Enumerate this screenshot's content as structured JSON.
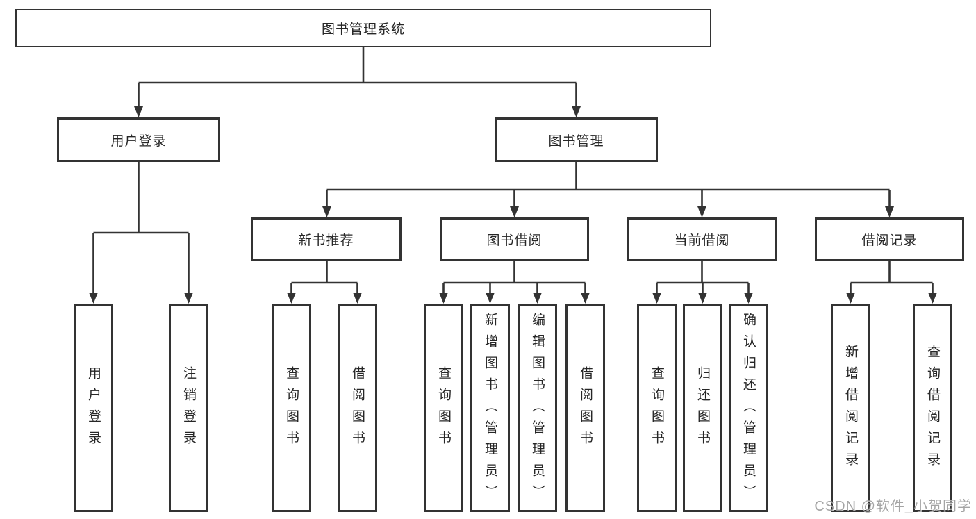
{
  "diagram": {
    "root": {
      "label": "图书管理系统"
    },
    "branches": [
      {
        "label": "用户登录",
        "children": [
          {
            "label": "用户登录"
          },
          {
            "label": "注销登录"
          }
        ]
      },
      {
        "label": "图书管理",
        "children": [
          {
            "label": "新书推荐",
            "children": [
              {
                "label": "查询图书"
              },
              {
                "label": "借阅图书"
              }
            ]
          },
          {
            "label": "图书借阅",
            "children": [
              {
                "label": "查询图书"
              },
              {
                "label": "新增图书（管理员）"
              },
              {
                "label": "编辑图书（管理员）"
              },
              {
                "label": "借阅图书"
              }
            ]
          },
          {
            "label": "当前借阅",
            "children": [
              {
                "label": "查询图书"
              },
              {
                "label": "归还图书"
              },
              {
                "label": "确认归还（管理员）"
              }
            ]
          },
          {
            "label": "借阅记录",
            "children": [
              {
                "label": "新增借阅记录"
              },
              {
                "label": "查询借阅记录"
              }
            ]
          }
        ]
      }
    ]
  },
  "watermark": {
    "text": "CSDN @软件_小贺同学"
  },
  "colors": {
    "line": "#333333",
    "box_border": "#333333",
    "text": "#262626",
    "background": "#ffffff",
    "watermark": "#949494"
  }
}
